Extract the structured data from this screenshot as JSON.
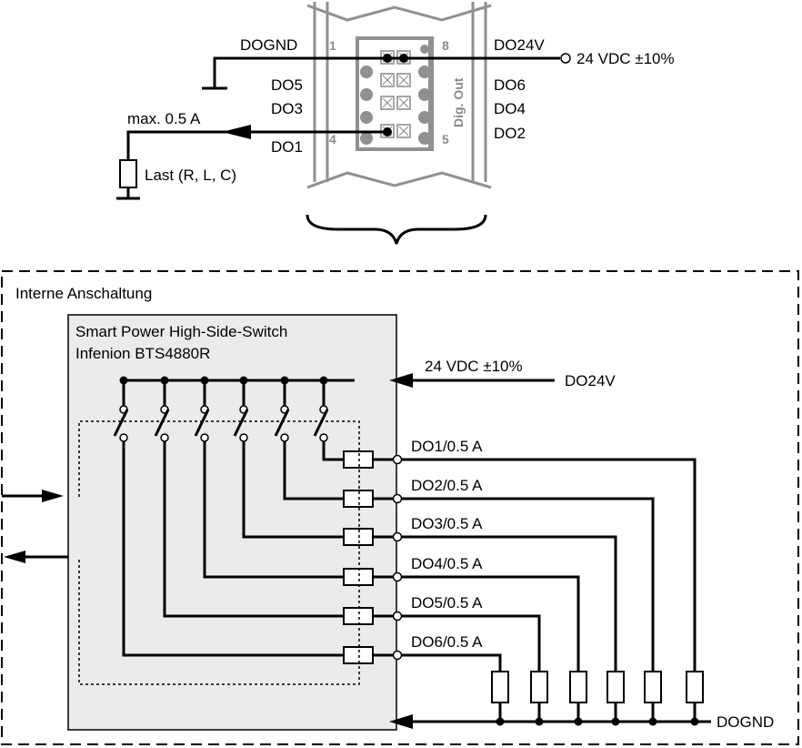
{
  "connector": {
    "left_labels": {
      "pin1": "DOGND",
      "do5": "DO5",
      "do3": "DO3",
      "do1": "DO1"
    },
    "right_labels": {
      "pin8": "DO24V",
      "do6": "DO6",
      "do4": "DO4",
      "do2": "DO2"
    },
    "pin_numbers": {
      "p1": "1",
      "p4": "4",
      "p8": "8",
      "p5": "5"
    },
    "module_label": "Dig. Out",
    "supply": "24 VDC ±10%",
    "max_current": "max. 0.5 A",
    "load": "Last (R, L, C)"
  },
  "internal": {
    "section_title": "Interne Anschaltung",
    "chip_title_1": "Smart Power High-Side-Switch",
    "chip_title_2": "Infenion BTS4880R",
    "supply": "24 VDC ±10%",
    "supply_pin": "DO24V",
    "gnd_pin": "DOGND",
    "outputs": [
      "DO1/0.5 A",
      "DO2/0.5 A",
      "DO3/0.5 A",
      "DO4/0.5 A",
      "DO5/0.5 A",
      "DO6/0.5 A"
    ]
  }
}
